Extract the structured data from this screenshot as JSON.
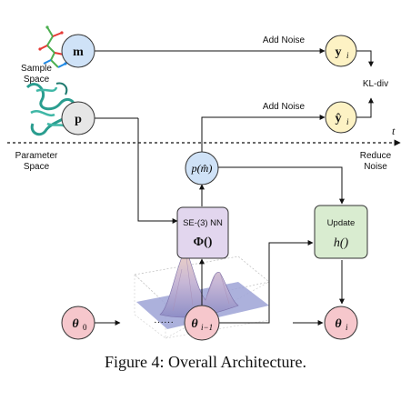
{
  "labels": {
    "sample_space": [
      "Sample",
      "Space"
    ],
    "parameter_space": [
      "Parameter",
      "Space"
    ],
    "add_noise_top": "Add Noise",
    "add_noise_mid": "Add Noise",
    "kl_div": "KL-div",
    "time_axis": "t",
    "reduce_noise": [
      "Reduce",
      "Noise"
    ],
    "dots": "······"
  },
  "nodes": {
    "m": "m",
    "p": "p",
    "y_i": "y",
    "y_i_sub": "i",
    "yhat_i": "ŷ",
    "yhat_i_sub": "i",
    "p_mhat": "p(m̂)",
    "theta_0": "θ",
    "theta_0_sub": "0",
    "theta_im1": "θ",
    "theta_im1_sub": "i−1",
    "theta_i": "θ",
    "theta_i_sub": "i"
  },
  "boxes": {
    "se3": {
      "title": "SE-(3) NN",
      "func": "Φ()"
    },
    "update": {
      "title": "Update",
      "func": "h()"
    }
  },
  "caption": "Figure 4: Overall Architecture.",
  "colors": {
    "blue_node": "#cfe2f7",
    "gray_node": "#e6e6e6",
    "yellow_node": "#fdf2c4",
    "red_node": "#f6c7cc",
    "purple_box": "#e2d6ee",
    "green_box": "#d9ecd0"
  }
}
